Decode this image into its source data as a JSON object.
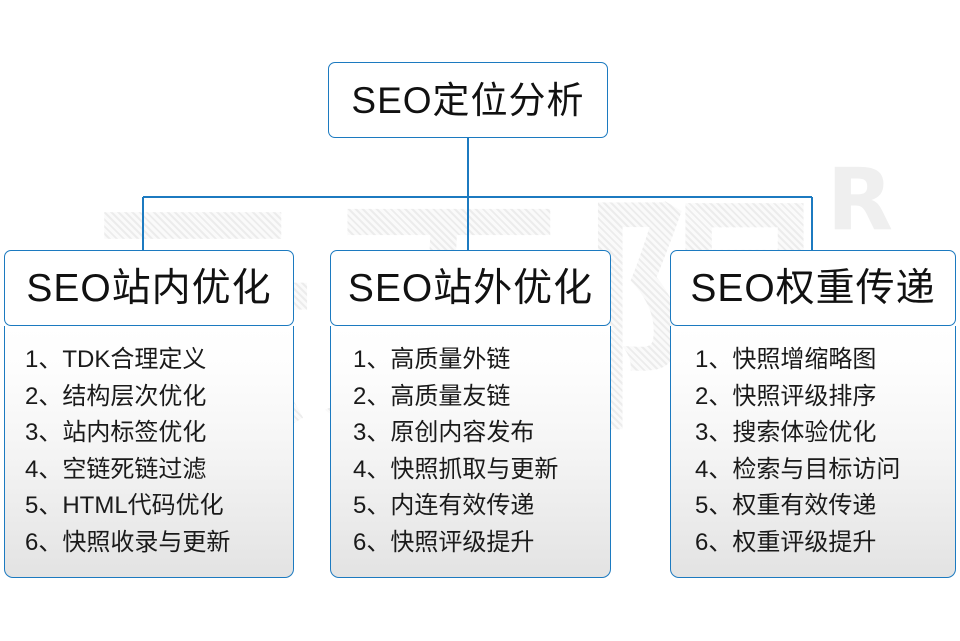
{
  "diagram": {
    "root": {
      "label": "SEO定位分析"
    },
    "watermark": {
      "text": "云无限",
      "mark": "R"
    },
    "accent_color": "#1c7ac0",
    "text_color": "#111111",
    "columns": [
      {
        "header": "SEO站内优化",
        "items": [
          "1、TDK合理定义",
          "2、结构层次优化",
          "3、站内标签优化",
          "4、空链死链过滤",
          "5、HTML代码优化",
          "6、快照收录与更新"
        ]
      },
      {
        "header": "SEO站外优化",
        "items": [
          "1、高质量外链",
          "2、高质量友链",
          "3、原创内容发布",
          "4、快照抓取与更新",
          "5、内连有效传递",
          "6、快照评级提升"
        ]
      },
      {
        "header": "SEO权重传递",
        "items": [
          "1、快照增缩略图",
          "2、快照评级排序",
          "3、搜索体验优化",
          "4、检索与目标访问",
          "5、权重有效传递",
          "6、权重评级提升"
        ]
      }
    ]
  }
}
